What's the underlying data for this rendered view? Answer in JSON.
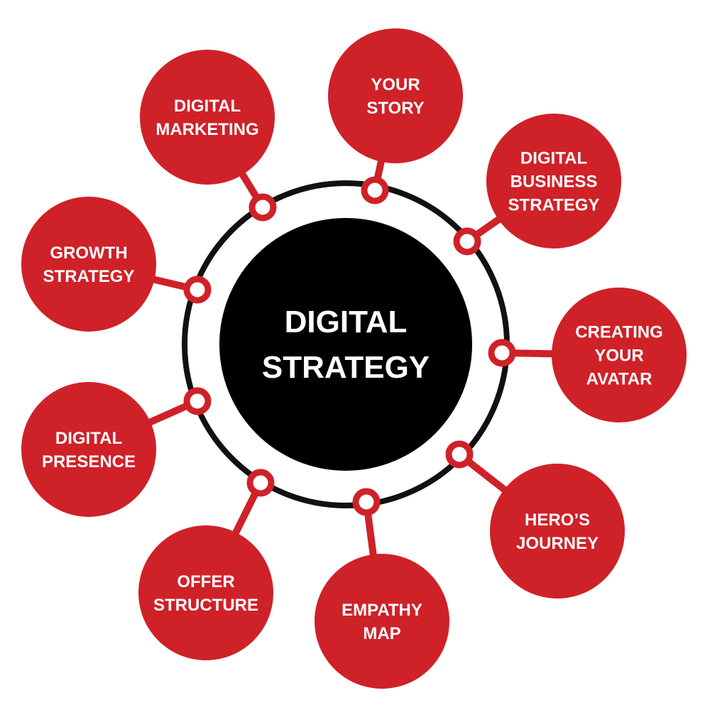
{
  "colors": {
    "node_fill": "#cf2128",
    "ring_stroke": "#111111",
    "center_fill": "#000000",
    "text": "#ffffff",
    "background": "#ffffff"
  },
  "center": {
    "lines": [
      "DIGITAL",
      "STRATEGY"
    ]
  },
  "nodes": [
    {
      "id": "your-story",
      "lines": [
        "YOUR",
        "STORY"
      ]
    },
    {
      "id": "digital-business-strategy",
      "lines": [
        "DIGITAL",
        "BUSINESS",
        "STRATEGY"
      ]
    },
    {
      "id": "creating-your-avatar",
      "lines": [
        "CREATING",
        "YOUR",
        "AVATAR"
      ]
    },
    {
      "id": "heros-journey",
      "lines": [
        "HERO’S",
        "JOURNEY"
      ]
    },
    {
      "id": "empathy-map",
      "lines": [
        "EMPATHY",
        "MAP"
      ]
    },
    {
      "id": "offer-structure",
      "lines": [
        "OFFER",
        "STRUCTURE"
      ]
    },
    {
      "id": "digital-presence",
      "lines": [
        "DIGITAL",
        "PRESENCE"
      ]
    },
    {
      "id": "growth-strategy",
      "lines": [
        "GROWTH",
        "STRATEGY"
      ]
    },
    {
      "id": "digital-marketing",
      "lines": [
        "DIGITAL",
        "MARKETING"
      ]
    }
  ]
}
